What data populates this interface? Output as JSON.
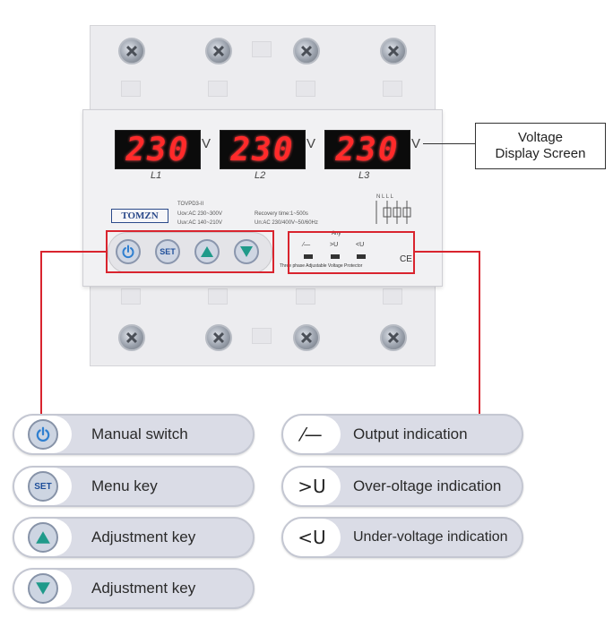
{
  "device": {
    "displays": [
      {
        "value": "230",
        "unit": "V",
        "phase": "L1"
      },
      {
        "value": "230",
        "unit": "V",
        "phase": "L2"
      },
      {
        "value": "230",
        "unit": "V",
        "phase": "L3"
      }
    ],
    "brand": "TOMZN",
    "model": "TOVPD3-II",
    "spec_left_1": "Uov:AC 230~300V",
    "spec_left_2": "Uuv:AC 140~210V",
    "spec_right_1": "Recovery time:1~500s",
    "spec_right_2": "Un:AC 230/400V~50/60Hz",
    "terminals": "N   L   L   L",
    "ind_group_label": "Any",
    "ind_labels": [
      "⁄—",
      ">U",
      "<U"
    ],
    "product_name": "Three phase Adjustable Voltage Protector",
    "ce_mark": "CE",
    "buttons": {
      "set_label": "SET"
    }
  },
  "callout": {
    "line1": "Voltage",
    "line2": "Display Screen"
  },
  "legend": {
    "left": [
      {
        "icon": "power-icon",
        "text": "Manual switch"
      },
      {
        "icon": "set-icon",
        "icon_text": "SET",
        "text": "Menu key"
      },
      {
        "icon": "triangle-up-icon",
        "text": "Adjustment key"
      },
      {
        "icon": "triangle-down-icon",
        "text": "Adjustment key"
      }
    ],
    "right": [
      {
        "icon_text": "⁄—",
        "text": "Output indication"
      },
      {
        "icon_text": ">U",
        "text": "Over-oltage indication"
      },
      {
        "icon_text": "<U",
        "text": "Under-voltage indication"
      }
    ]
  },
  "colors": {
    "accent_red": "#d9242e",
    "display_red": "#ff2a2a",
    "button_blue": "#2f7fd0"
  }
}
